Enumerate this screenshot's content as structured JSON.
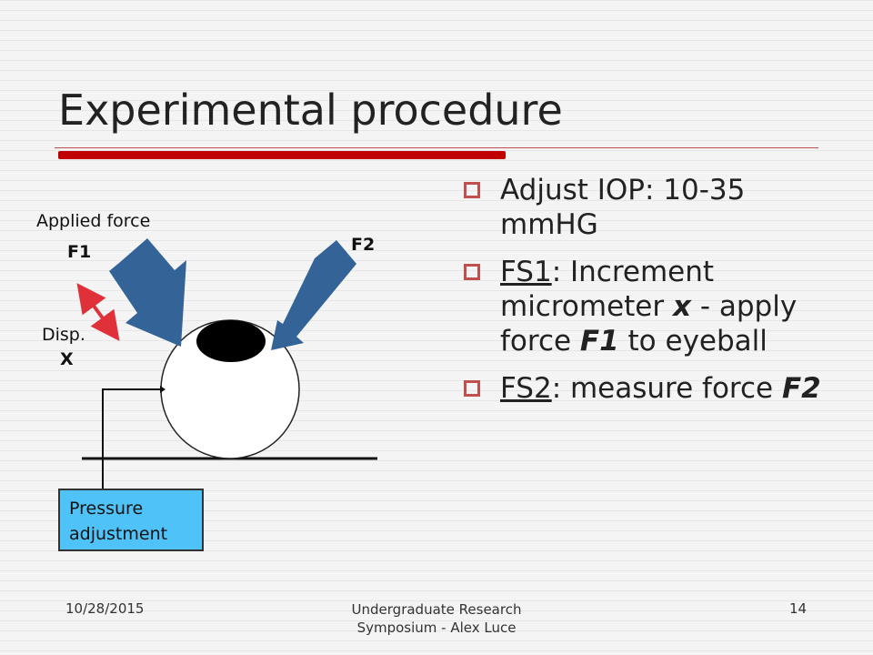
{
  "slide": {
    "title": "Experimental procedure",
    "bullets": [
      {
        "prefix": "Adjust IOP: 10-35 mmHG"
      },
      {
        "u": "FS1",
        "t1": ": Increment micrometer ",
        "e1": "x",
        "t2": " - apply force ",
        "e2": "F1",
        "t3": " to eyeball"
      },
      {
        "u": "FS2",
        "t1": ": measure force ",
        "e1": "F2"
      }
    ]
  },
  "diagram": {
    "applied_force_label": "Applied force",
    "f1_label": "F1",
    "f2_label": "F2",
    "disp_label": "Disp.",
    "x_label": "X",
    "pressure_line1": "Pressure",
    "pressure_line2": "adjustment",
    "colors": {
      "arrow": "#346398",
      "disp_arrow": "#e0303a",
      "box": "#4fc3f7"
    }
  },
  "footer": {
    "date": "10/28/2015",
    "center_line1": "Undergraduate Research",
    "center_line2": "Symposium - Alex Luce",
    "page": "14"
  }
}
